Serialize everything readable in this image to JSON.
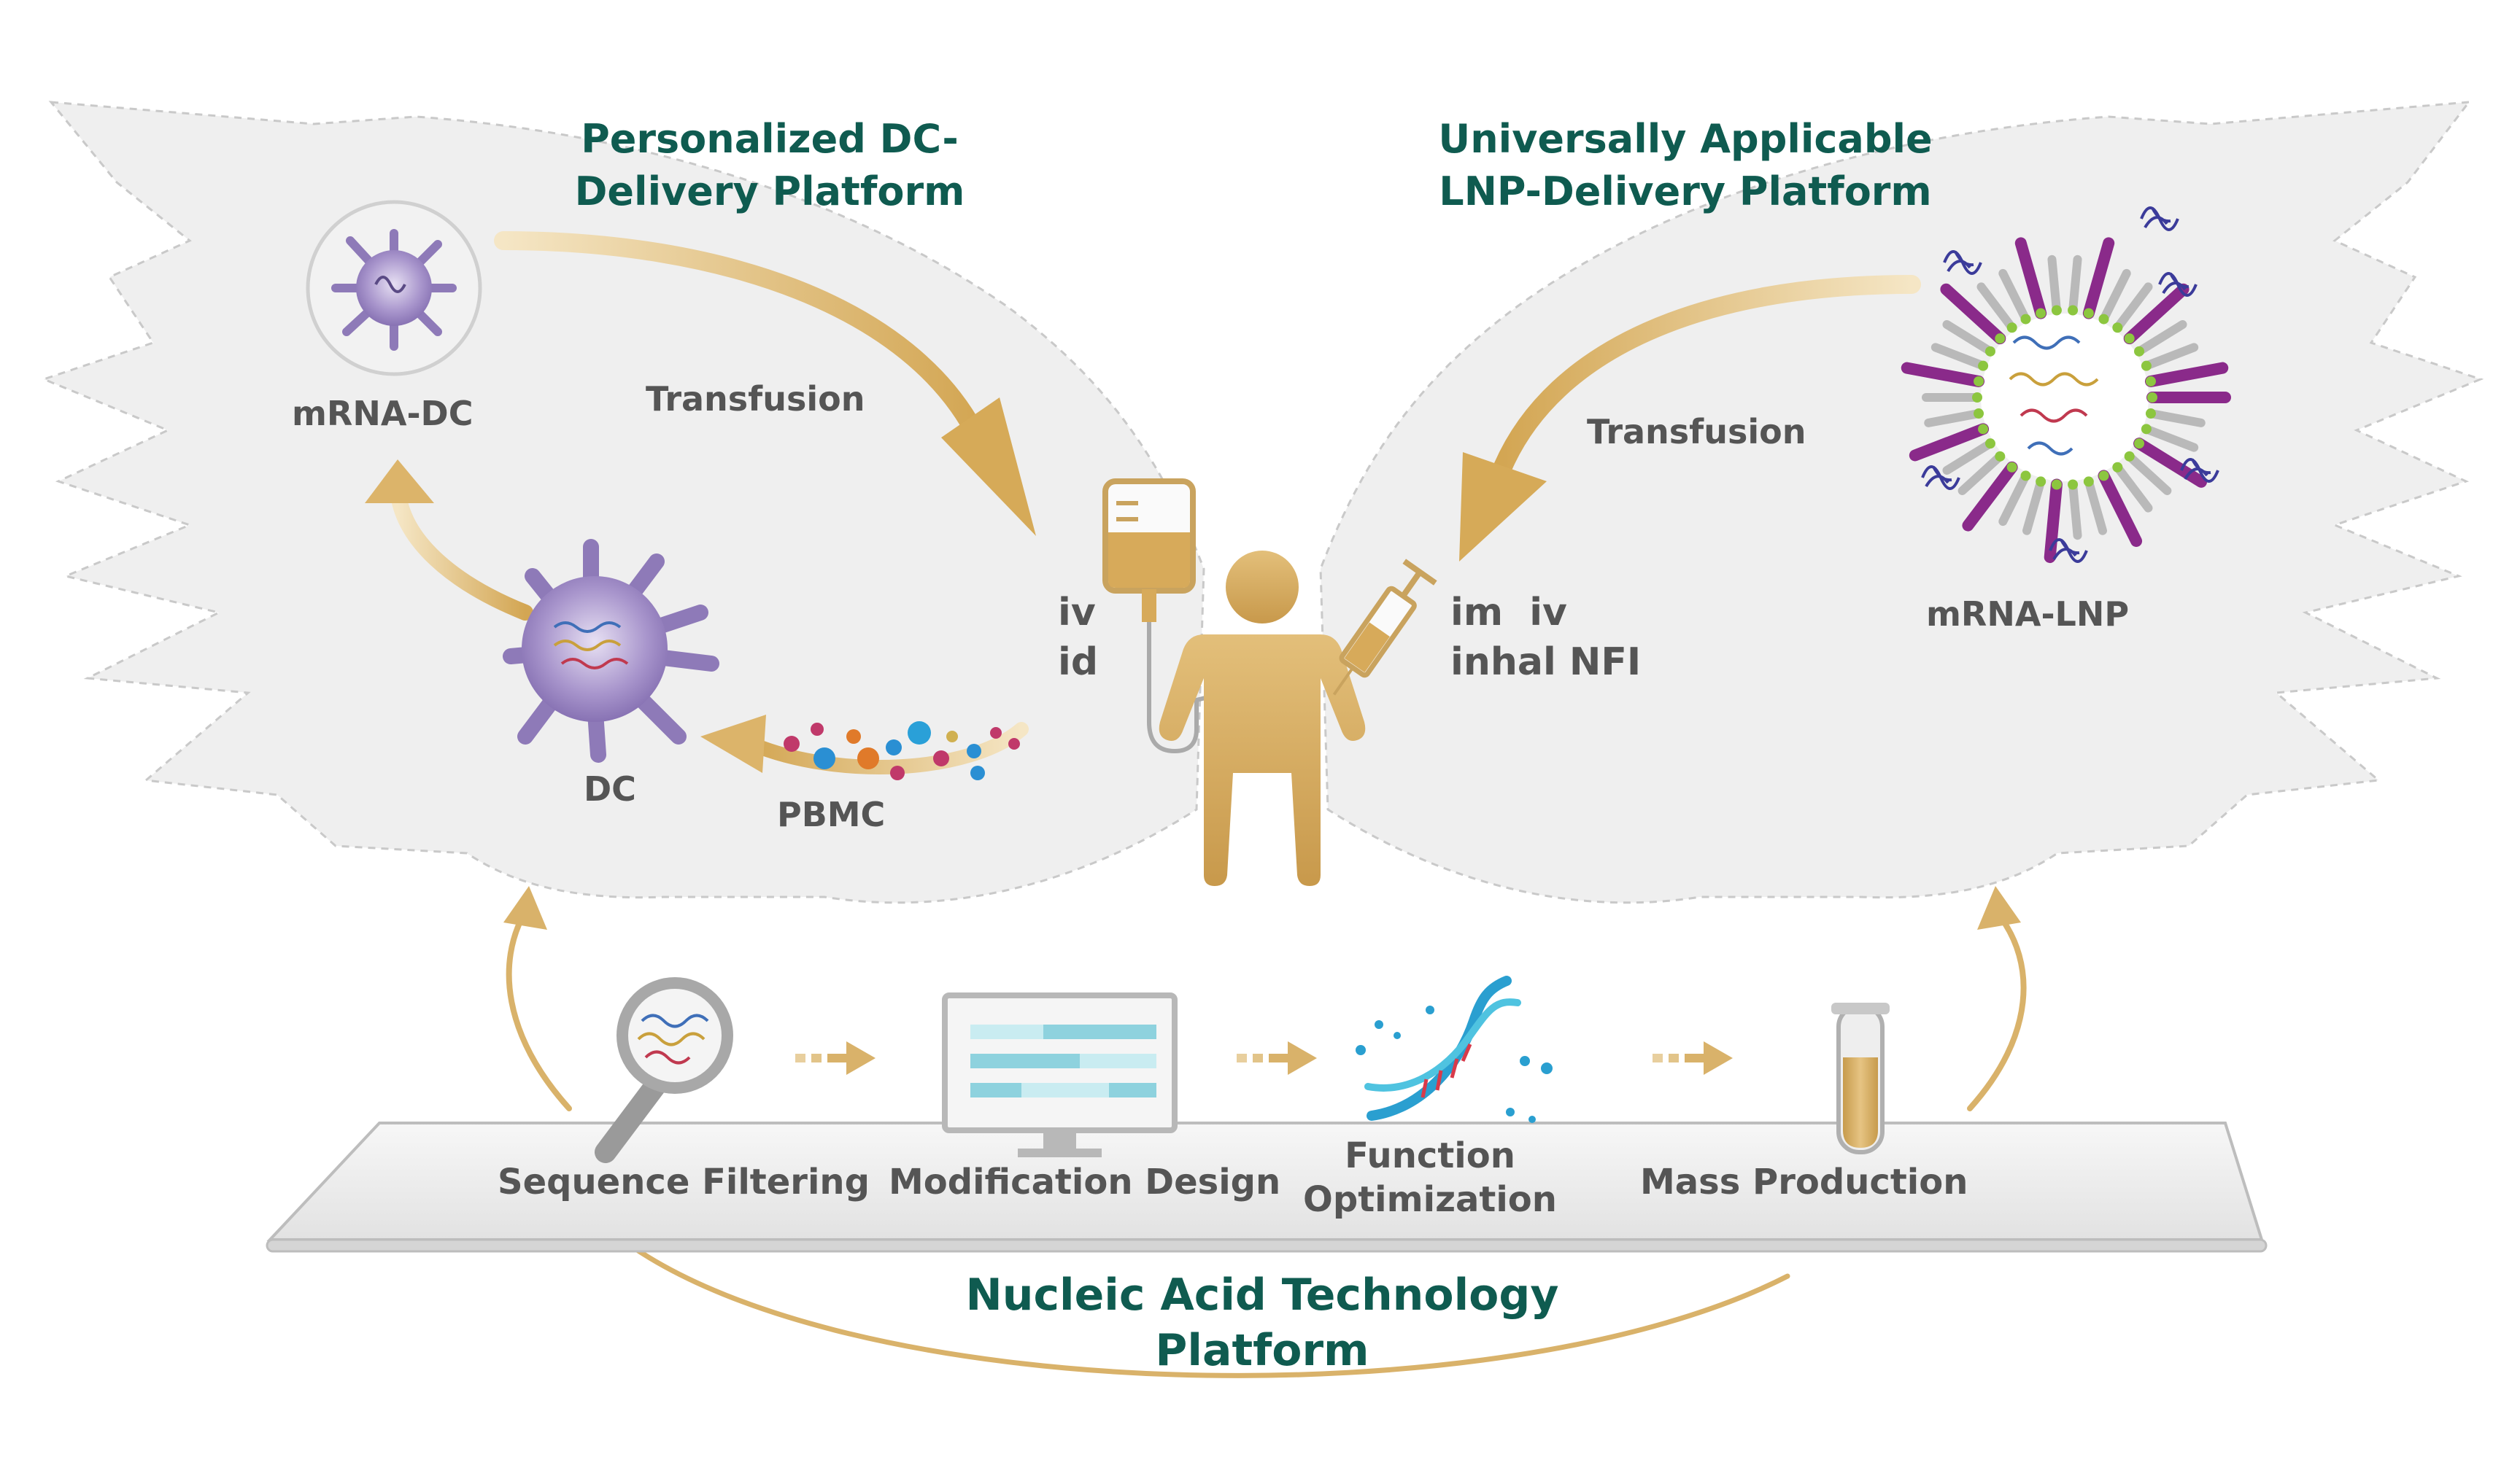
{
  "titles": {
    "left_line1": "Personalized DC-",
    "left_line2": "Delivery Platform",
    "right_line1": "Universally Applicable",
    "right_line2": "LNP-Delivery Platform",
    "bottom_line1": "Nucleic Acid Technology",
    "bottom_line2": "Platform"
  },
  "left_wing": {
    "mrna_dc": "mRNA-DC",
    "transfusion": "Transfusion",
    "dc": "DC",
    "pbmc": "PBMC",
    "route_iv": "iv",
    "route_id": "id"
  },
  "right_wing": {
    "transfusion": "Transfusion",
    "mrna_lnp": "mRNA-LNP",
    "routes_line1": "im  iv",
    "routes_line2": "inhal NFI"
  },
  "steps": {
    "sequence_filtering": "Sequence Filtering",
    "modification_design": "Modification Design",
    "function_line1": "Function",
    "function_line2": "Optimization",
    "mass_production": "Mass Production"
  },
  "colors": {
    "title_green": "#0f5b50",
    "gold": "#d9b26a",
    "label_gray": "#555555",
    "wing_fill": "#efefef",
    "dc_purple": "#8e7ab8"
  }
}
